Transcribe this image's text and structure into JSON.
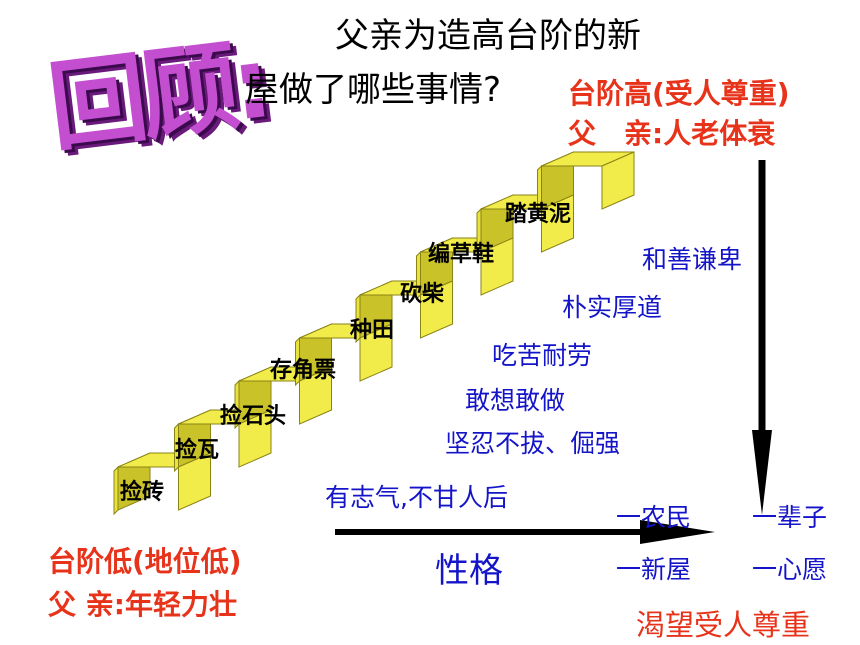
{
  "review_label": "回顾:",
  "title_line1": "父亲为造高台阶的新",
  "title_line2": "屋做了哪些事情?",
  "top_right": {
    "line1": "台阶高(受人尊重)",
    "line2": "父　亲:人老体衰"
  },
  "bottom_left": {
    "line1": "台阶低(地位低)",
    "line2": "父 亲:年轻力壮"
  },
  "steps": [
    "捡砖",
    "捡瓦",
    "捡石头",
    "存角票",
    "种田",
    "砍柴",
    "编草鞋",
    "踏黄泥"
  ],
  "traits": [
    "和善谦卑",
    "朴实厚道",
    "吃苦耐劳",
    "敢想敢做",
    "坚忍不拔、倔强",
    "有志气,不甘人后"
  ],
  "character_label": "性格",
  "summary": {
    "farmer": "一农民",
    "lifetime": "一辈子",
    "new_house": "一新屋",
    "one_wish": "一心愿"
  },
  "conclusion": "渴望受人尊重",
  "colors": {
    "step_face": "#f2ec4a",
    "step_side": "#c9c228",
    "red": "#e8331b",
    "blue": "#1414c8",
    "purple": "#c44ed0"
  }
}
